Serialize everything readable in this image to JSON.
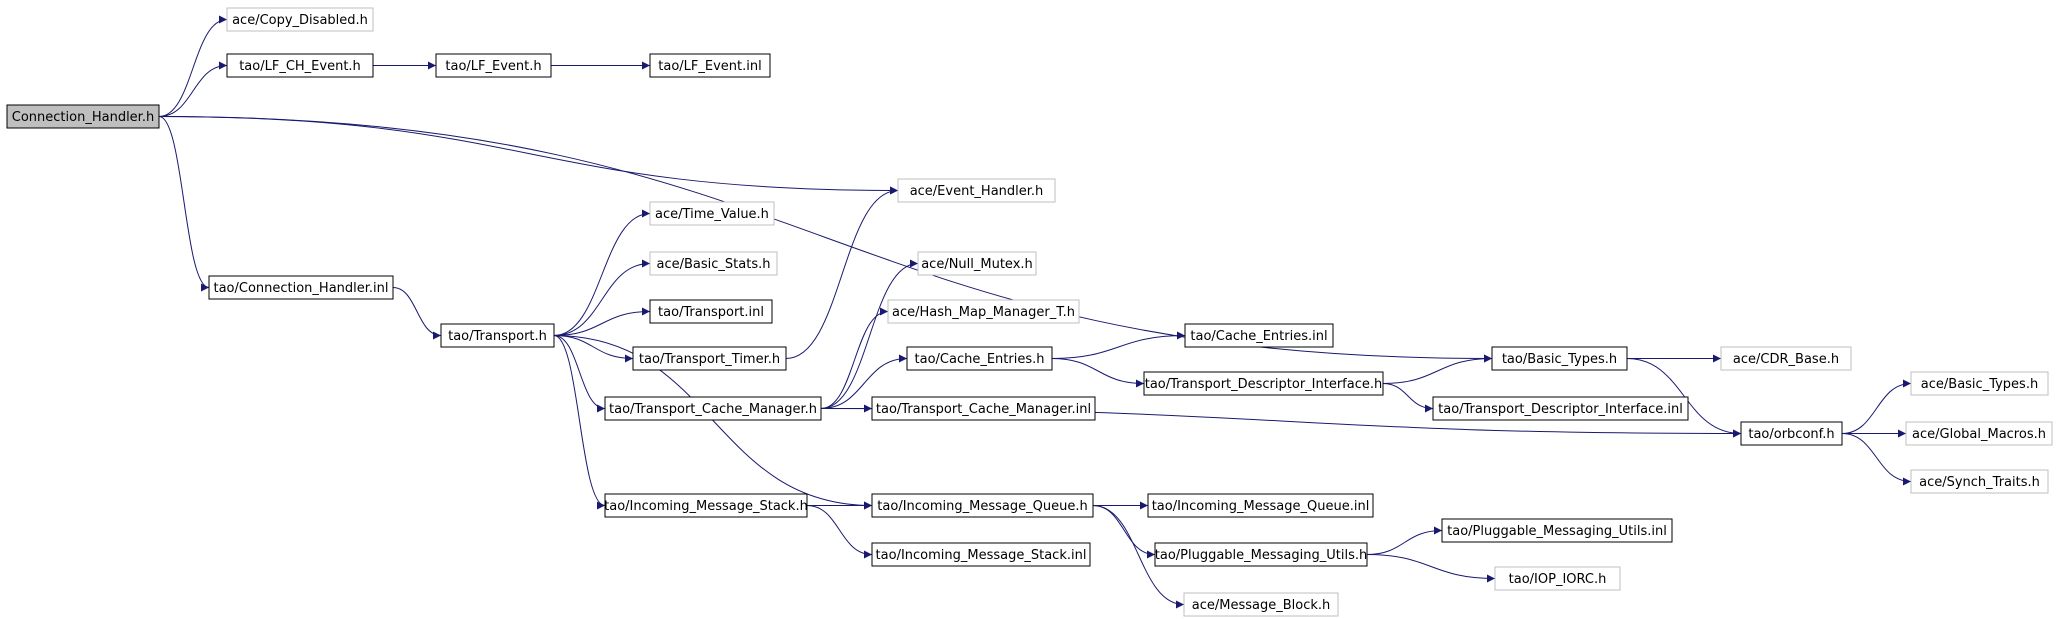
{
  "colors": {
    "edge": "#191970",
    "node_border": "#000000",
    "node_border_external": "#bfbfbf",
    "node_fill": "#ffffff",
    "node_fill_root": "#bfbfbf"
  },
  "nodes": [
    {
      "id": "n0",
      "label": "Connection_Handler.h",
      "kind": "root"
    },
    {
      "id": "n1",
      "label": "ace/Copy_Disabled.h",
      "kind": "external"
    },
    {
      "id": "n2",
      "label": "tao/LF_CH_Event.h",
      "kind": "internal"
    },
    {
      "id": "n3",
      "label": "tao/LF_Event.h",
      "kind": "internal"
    },
    {
      "id": "n4",
      "label": "tao/LF_Event.inl",
      "kind": "internal"
    },
    {
      "id": "n5",
      "label": "ace/Event_Handler.h",
      "kind": "external"
    },
    {
      "id": "n6",
      "label": "tao/Connection_Handler.inl",
      "kind": "internal"
    },
    {
      "id": "n7",
      "label": "tao/Transport.h",
      "kind": "internal"
    },
    {
      "id": "n8",
      "label": "ace/Time_Value.h",
      "kind": "external"
    },
    {
      "id": "n9",
      "label": "ace/Basic_Stats.h",
      "kind": "external"
    },
    {
      "id": "n10",
      "label": "tao/Transport.inl",
      "kind": "internal"
    },
    {
      "id": "n11",
      "label": "tao/Transport_Timer.h",
      "kind": "internal"
    },
    {
      "id": "n12",
      "label": "ace/Null_Mutex.h",
      "kind": "external"
    },
    {
      "id": "n13",
      "label": "ace/Hash_Map_Manager_T.h",
      "kind": "external"
    },
    {
      "id": "n14",
      "label": "tao/Cache_Entries.h",
      "kind": "internal"
    },
    {
      "id": "n15",
      "label": "tao/Cache_Entries.inl",
      "kind": "internal"
    },
    {
      "id": "n16",
      "label": "tao/Transport_Cache_Manager.h",
      "kind": "internal"
    },
    {
      "id": "n17",
      "label": "tao/Transport_Cache_Manager.inl",
      "kind": "internal"
    },
    {
      "id": "n18",
      "label": "tao/Transport_Descriptor_Interface.h",
      "kind": "internal"
    },
    {
      "id": "n19",
      "label": "tao/Transport_Descriptor_Interface.inl",
      "kind": "internal"
    },
    {
      "id": "n20",
      "label": "tao/Basic_Types.h",
      "kind": "internal"
    },
    {
      "id": "n21",
      "label": "ace/CDR_Base.h",
      "kind": "external"
    },
    {
      "id": "n22",
      "label": "tao/orbconf.h",
      "kind": "internal"
    },
    {
      "id": "n23",
      "label": "ace/Basic_Types.h",
      "kind": "external"
    },
    {
      "id": "n24",
      "label": "ace/Global_Macros.h",
      "kind": "external"
    },
    {
      "id": "n25",
      "label": "ace/Synch_Traits.h",
      "kind": "external"
    },
    {
      "id": "n26",
      "label": "tao/Incoming_Message_Stack.h",
      "kind": "internal"
    },
    {
      "id": "n27",
      "label": "tao/Incoming_Message_Queue.h",
      "kind": "internal"
    },
    {
      "id": "n28",
      "label": "tao/Incoming_Message_Queue.inl",
      "kind": "internal"
    },
    {
      "id": "n29",
      "label": "tao/Incoming_Message_Stack.inl",
      "kind": "internal"
    },
    {
      "id": "n30",
      "label": "tao/Pluggable_Messaging_Utils.h",
      "kind": "internal"
    },
    {
      "id": "n31",
      "label": "tao/Pluggable_Messaging_Utils.inl",
      "kind": "internal"
    },
    {
      "id": "n32",
      "label": "tao/IOP_IORC.h",
      "kind": "external"
    },
    {
      "id": "n33",
      "label": "ace/Message_Block.h",
      "kind": "external"
    }
  ],
  "edges": [
    [
      "n0",
      "n1"
    ],
    [
      "n0",
      "n2"
    ],
    [
      "n2",
      "n3"
    ],
    [
      "n3",
      "n4"
    ],
    [
      "n0",
      "n20"
    ],
    [
      "n0",
      "n5"
    ],
    [
      "n0",
      "n6"
    ],
    [
      "n6",
      "n7"
    ],
    [
      "n7",
      "n8"
    ],
    [
      "n7",
      "n9"
    ],
    [
      "n7",
      "n10"
    ],
    [
      "n7",
      "n11"
    ],
    [
      "n11",
      "n5"
    ],
    [
      "n7",
      "n16"
    ],
    [
      "n7",
      "n26"
    ],
    [
      "n7",
      "n27"
    ],
    [
      "n16",
      "n12"
    ],
    [
      "n16",
      "n13"
    ],
    [
      "n16",
      "n14"
    ],
    [
      "n16",
      "n17"
    ],
    [
      "n16",
      "n22"
    ],
    [
      "n14",
      "n15"
    ],
    [
      "n14",
      "n18"
    ],
    [
      "n18",
      "n20"
    ],
    [
      "n18",
      "n19"
    ],
    [
      "n20",
      "n21"
    ],
    [
      "n20",
      "n22"
    ],
    [
      "n22",
      "n23"
    ],
    [
      "n22",
      "n24"
    ],
    [
      "n22",
      "n25"
    ],
    [
      "n26",
      "n27"
    ],
    [
      "n26",
      "n29"
    ],
    [
      "n27",
      "n28"
    ],
    [
      "n27",
      "n30"
    ],
    [
      "n27",
      "n33"
    ],
    [
      "n30",
      "n31"
    ],
    [
      "n30",
      "n32"
    ]
  ]
}
